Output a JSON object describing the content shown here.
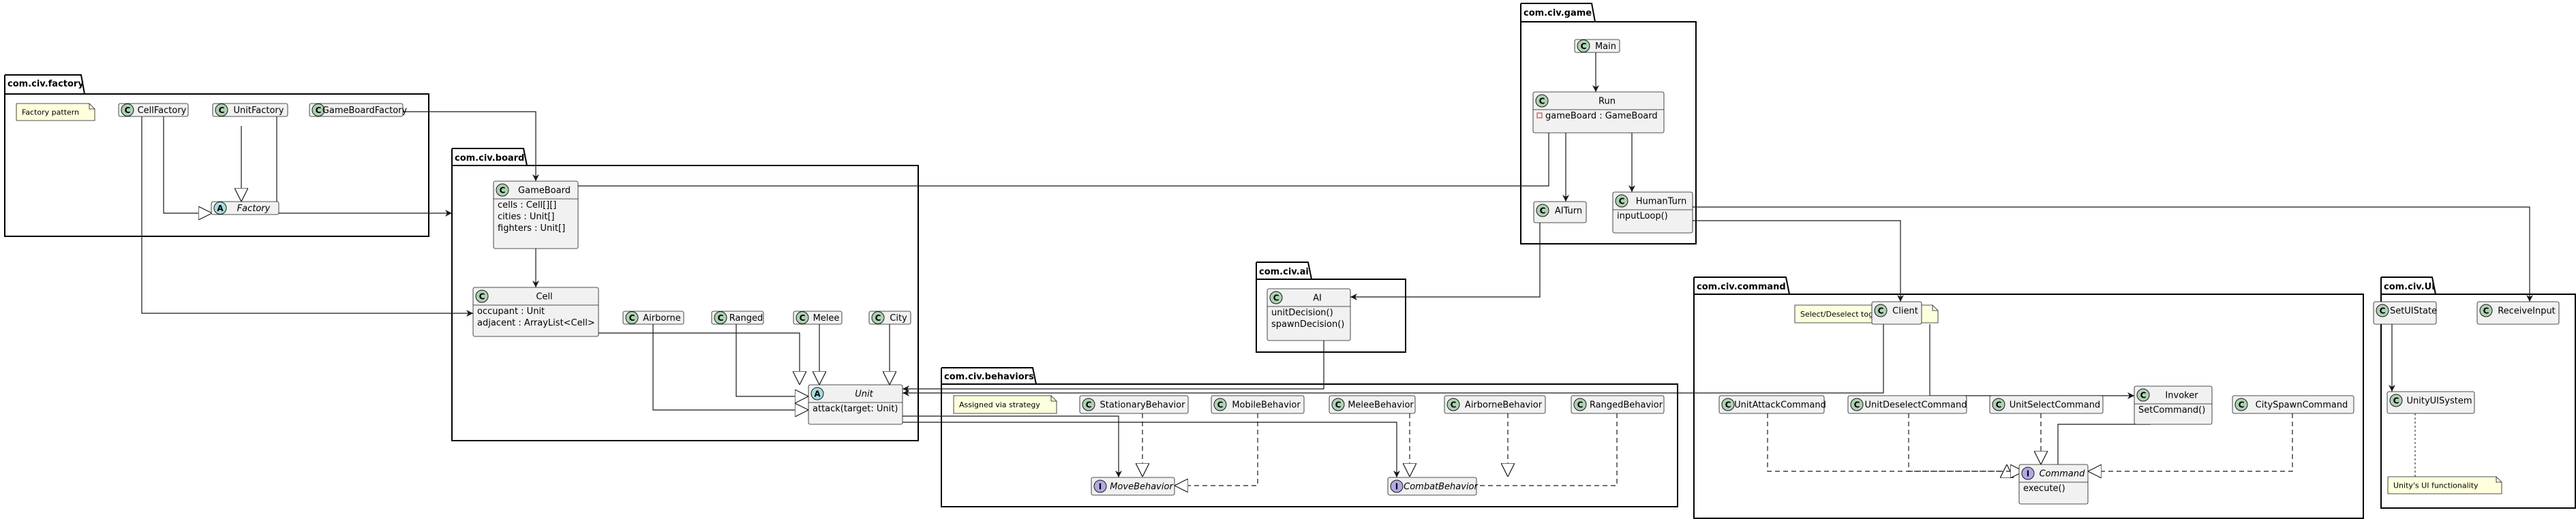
{
  "packages": {
    "factory": "com.civ.factory",
    "board": "com.civ.board",
    "game": "com.civ.game",
    "ai": "com.civ.ai",
    "behaviors": "com.civ.behaviors",
    "command": "com.civ.command",
    "ui": "com.civ.UI"
  },
  "stereotypes": {
    "class": "C",
    "abstract": "A",
    "interface": "I"
  },
  "classes": {
    "CellFactory": {
      "name": "CellFactory",
      "members": []
    },
    "UnitFactory": {
      "name": "UnitFactory",
      "members": []
    },
    "GameBoardFactory": {
      "name": "GameBoardFactory",
      "members": []
    },
    "Factory": {
      "name": "Factory",
      "members": []
    },
    "GameBoard": {
      "name": "GameBoard",
      "members": [
        "cells : Cell[][]",
        "cities : Unit[]",
        "fighters : Unit[]"
      ]
    },
    "Cell": {
      "name": "Cell",
      "members": [
        "occupant : Unit",
        "adjacent : ArrayList<Cell>"
      ]
    },
    "Airborne": {
      "name": "Airborne",
      "members": []
    },
    "Ranged": {
      "name": "Ranged",
      "members": []
    },
    "Melee": {
      "name": "Melee",
      "members": []
    },
    "City": {
      "name": "City",
      "members": []
    },
    "Unit": {
      "name": "Unit",
      "members": [
        "attack(target: Unit)"
      ]
    },
    "Main": {
      "name": "Main",
      "members": []
    },
    "Run": {
      "name": "Run",
      "members": [
        "gameBoard : GameBoard"
      ]
    },
    "AITurn": {
      "name": "AITurn",
      "members": []
    },
    "HumanTurn": {
      "name": "HumanTurn",
      "members": [
        "inputLoop()"
      ]
    },
    "AI": {
      "name": "AI",
      "members": [
        "unitDecision()",
        "spawnDecision()"
      ]
    },
    "StationaryBehavior": {
      "name": "StationaryBehavior",
      "members": []
    },
    "MobileBehavior": {
      "name": "MobileBehavior",
      "members": []
    },
    "MeleeBehavior": {
      "name": "MeleeBehavior",
      "members": []
    },
    "AirborneBehavior": {
      "name": "AirborneBehavior",
      "members": []
    },
    "RangedBehavior": {
      "name": "RangedBehavior",
      "members": []
    },
    "MoveBehavior": {
      "name": "MoveBehavior",
      "members": []
    },
    "CombatBehavior": {
      "name": "CombatBehavior",
      "members": []
    },
    "Client": {
      "name": "Client",
      "members": []
    },
    "Invoker": {
      "name": "Invoker",
      "members": [
        "SetCommand()"
      ]
    },
    "UnitAttackCommand": {
      "name": "UnitAttackCommand",
      "members": []
    },
    "UnitDeselectCommand": {
      "name": "UnitDeselectCommand",
      "members": []
    },
    "UnitSelectCommand": {
      "name": "UnitSelectCommand",
      "members": []
    },
    "CitySpawnCommand": {
      "name": "CitySpawnCommand",
      "members": []
    },
    "Command": {
      "name": "Command",
      "members": [
        "execute()"
      ]
    },
    "SetUIState": {
      "name": "SetUIState",
      "members": []
    },
    "ReceiveInput": {
      "name": "ReceiveInput",
      "members": []
    },
    "UnityUISystem": {
      "name": "UnityUISystem",
      "members": []
    }
  },
  "notes": {
    "factory": "Factory pattern",
    "behaviors": "Assigned via strategy",
    "command": "Select/Deselect toggle UI states",
    "ui": "Unity's UI functionality"
  },
  "colors": {
    "class_fill": "#f1f1f1",
    "class_border": "#181818",
    "circle_class": "#add1b2",
    "circle_abstract": "#a9dcdf",
    "circle_interface": "#b4a7e5",
    "note_fill": "#feffdd",
    "private_marker": "#c82930"
  }
}
